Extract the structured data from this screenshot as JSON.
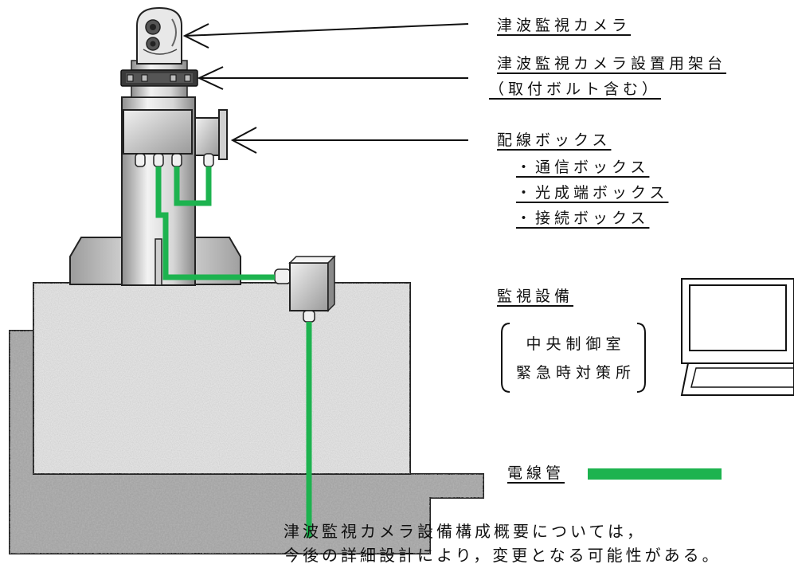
{
  "labels": {
    "camera": "津波監視カメラ",
    "mount_line1": "津波監視カメラ設置用架台",
    "mount_line2": "（取付ボルト含む）",
    "wiring_box": "配線ボックス",
    "wiring_items": [
      "・通信ボックス",
      "・光成端ボックス",
      "・接続ボックス"
    ],
    "monitoring": "監視設備",
    "monitoring_rooms": [
      "中央制御室",
      "緊急時対策所"
    ],
    "conduit": "電線管"
  },
  "note": {
    "line1": "津波監視カメラ設備構成概要については，",
    "line2": "今後の詳細設計により，変更となる可能性がある。"
  },
  "colors": {
    "conduit": "#1db34f",
    "metal_light": "#e6e6e6",
    "metal_dark": "#7a7a7a",
    "concrete": "#dedede",
    "granite": "#9a9a9a"
  },
  "icons": {
    "camera": "ptz-camera-icon",
    "monitor": "computer-monitor-icon"
  }
}
